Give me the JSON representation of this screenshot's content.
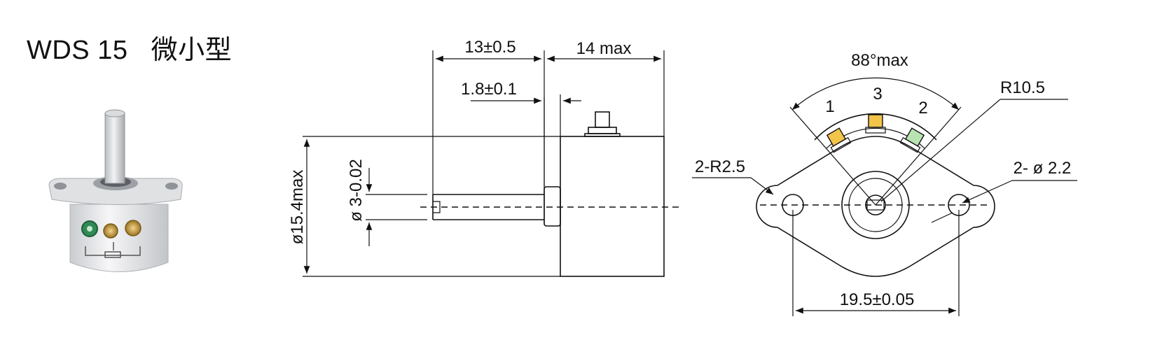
{
  "title": "WDS 15   微小型",
  "side_view": {
    "dim_length_a": "13±0.5",
    "dim_length_b": "14 max",
    "dim_flange": "1.8±0.1",
    "dim_body_dia": "ø15.4max",
    "dim_shaft_dia": "ø 3",
    "dim_shaft_tol": "-0.02"
  },
  "front_view": {
    "angle": "88°max",
    "radius": "R10.5",
    "holes_radius": "2-R2.5",
    "holes_dia": "2- ø 2.2",
    "hole_spacing": "19.5±0.05",
    "terminal_labels": [
      "1",
      "3",
      "2"
    ]
  }
}
